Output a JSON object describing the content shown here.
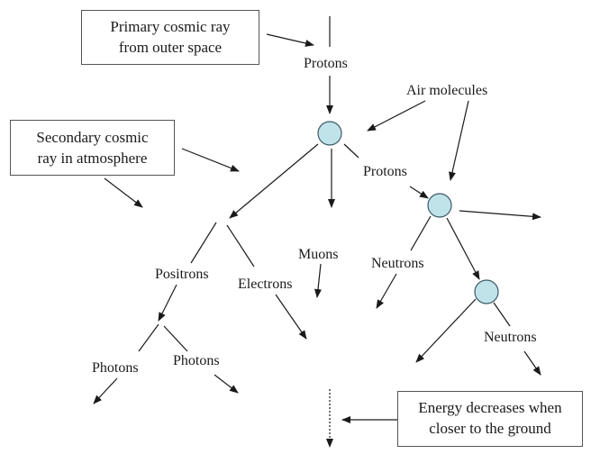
{
  "boxes": {
    "primary": {
      "line1": "Primary cosmic ray",
      "line2": "from outer space"
    },
    "secondary": {
      "line1": "Secondary cosmic",
      "line2": "ray in atmosphere"
    },
    "energy": {
      "line1": "Energy decreases when",
      "line2": "closer to the ground"
    }
  },
  "labels": {
    "protons_top": "Protons",
    "air_molecules": "Air molecules",
    "protons_mid": "Protons",
    "muons": "Muons",
    "neutrons_1": "Neutrons",
    "positrons": "Positrons",
    "electrons": "Electrons",
    "neutrons_2": "Neutrons",
    "photons_1": "Photons",
    "photons_2": "Photons"
  },
  "colors": {
    "node_fill": "#bfe3e8",
    "node_stroke": "#3b5a66",
    "line": "#1a1a1a",
    "box_border": "#555555"
  }
}
